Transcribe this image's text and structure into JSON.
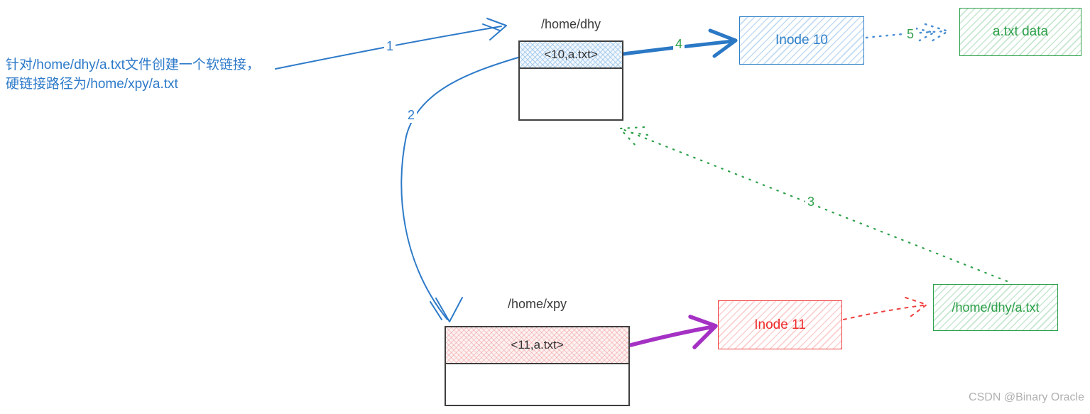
{
  "note": {
    "line1": "针对/home/dhy/a.txt文件创建一个软链接，",
    "line2": "硬链接路径为/home/xpy/a.txt"
  },
  "dhy_table": {
    "title": "/home/dhy",
    "entry": "<10,a.txt>"
  },
  "xpy_table": {
    "title": "/home/xpy",
    "entry": "<11,a.txt>"
  },
  "boxes": {
    "inode10": "Inode 10",
    "inode11": "Inode 11",
    "atxt_data": "a.txt data",
    "symlink_path": "/home/dhy/a.txt"
  },
  "steps": {
    "s1": "1",
    "s2": "2",
    "s3": "3",
    "s4": "4",
    "s5": "5"
  },
  "watermark": "CSDN @Binary Oracle",
  "colors": {
    "blue": "#2d7fc7",
    "green": "#2da04a",
    "red": "#f03e3e",
    "purple": "#a431c4",
    "table_border": "#3f3f3f",
    "watermark_gray": "#b0b0b0"
  }
}
